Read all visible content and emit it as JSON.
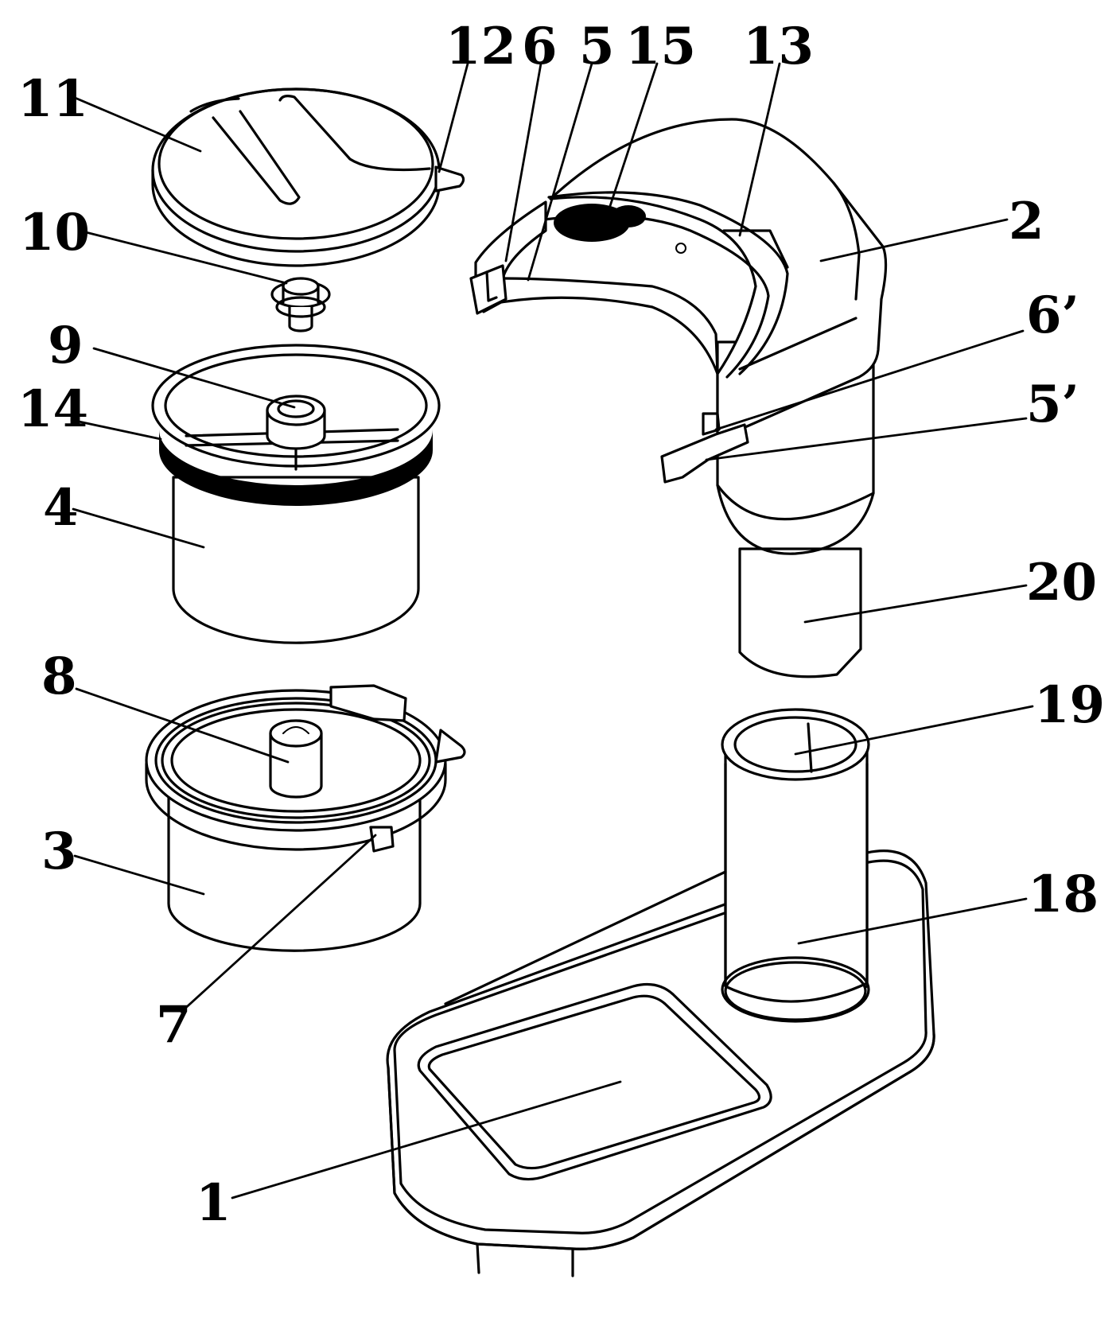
{
  "labels": {
    "n1": "1",
    "n2": "2",
    "n3": "3",
    "n4": "4",
    "n5": "5",
    "n5p": "5’",
    "n6": "6",
    "n6p": "6’",
    "n7": "7",
    "n8": "8",
    "n9": "9",
    "n10": "10",
    "n11": "11",
    "n12": "12",
    "n13": "13",
    "n14": "14",
    "n15": "15",
    "n18": "18",
    "n19": "19",
    "n20": "20"
  }
}
